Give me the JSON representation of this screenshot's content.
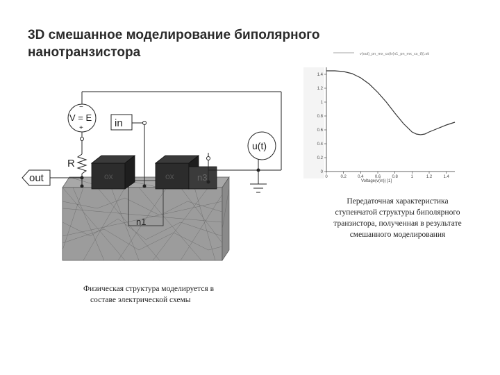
{
  "slide": {
    "title_line1": "3D смешанное моделирование биполярного",
    "title_line2": "нанотранзистора"
  },
  "circuit": {
    "source_label": "V = E",
    "source_minus": "−",
    "source_plus": "+",
    "input_label": "in",
    "output_label": "out",
    "resistor_label": "R",
    "probe_label": "u(t)",
    "region_n1": "n1",
    "region_n3": "n3",
    "oxide_label_1": "ox",
    "oxide_label_2": "ox"
  },
  "captions": {
    "left_line1": "Физическая структура моделируется в",
    "left_line2": "составе электрической схемы",
    "right_line1": "Передаточная характеристика",
    "right_line2": "ступенчатой структуры биполярного",
    "right_line3": "транзистора, полученная в результате",
    "right_line4": "смешанного моделирования"
  },
  "chart_data": {
    "type": "line",
    "legend_text": "v(out)_pn_mx_cs(tr(n1_pn_mx_cs_tl)).sti",
    "xlabel": "Voltage(v(in)) [1]",
    "xlim": [
      0,
      1.5
    ],
    "ylim": [
      0,
      1.5
    ],
    "xticks": [
      "0",
      "0.2",
      "0.4",
      "0.6",
      "0.8",
      "1",
      "1.2",
      "1.4"
    ],
    "yticks": [
      "0",
      "0.2",
      "0.4",
      "0.6",
      "0.8",
      "1",
      "1.2",
      "1.4"
    ],
    "grid": false,
    "series": [
      {
        "x": [
          0,
          0.1,
          0.2,
          0.3,
          0.4,
          0.5,
          0.6,
          0.7,
          0.8,
          0.9,
          1.0,
          1.05,
          1.1,
          1.15,
          1.2,
          1.3,
          1.4,
          1.5
        ],
        "y": [
          1.45,
          1.45,
          1.44,
          1.41,
          1.35,
          1.26,
          1.14,
          1.0,
          0.84,
          0.69,
          0.57,
          0.54,
          0.53,
          0.54,
          0.57,
          0.62,
          0.67,
          0.71
        ]
      }
    ]
  }
}
